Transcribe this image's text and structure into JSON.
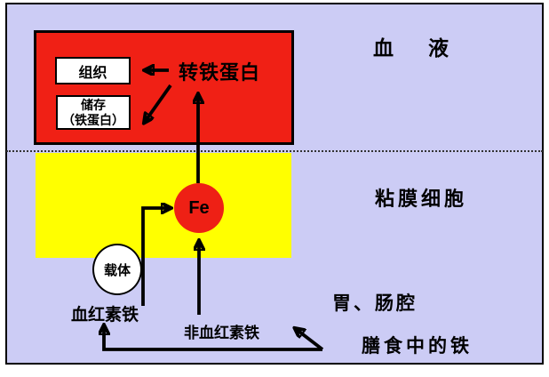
{
  "labels": {
    "blood_region": "血　液",
    "mucosa_region": "粘膜细胞",
    "lumen_region": "胃、肠腔"
  },
  "blood_compartment": {
    "tissue": "组织",
    "storage_line1": "储存",
    "storage_line2": "（铁蛋白）",
    "transferrin": "转铁蛋白"
  },
  "mucosa_compartment": {
    "iron": "Fe",
    "carrier": "载体"
  },
  "lumen_compartment": {
    "heme_iron": "血红素铁",
    "nonheme_iron": "非血红素铁",
    "dietary_iron": "膳食中的铁"
  },
  "colors": {
    "background": "#CCCCF5",
    "blood_box_red": "#F02015",
    "cell_yellow": "#FFFF00",
    "fe_circle_red": "#EE2015",
    "line_black": "#000000"
  }
}
